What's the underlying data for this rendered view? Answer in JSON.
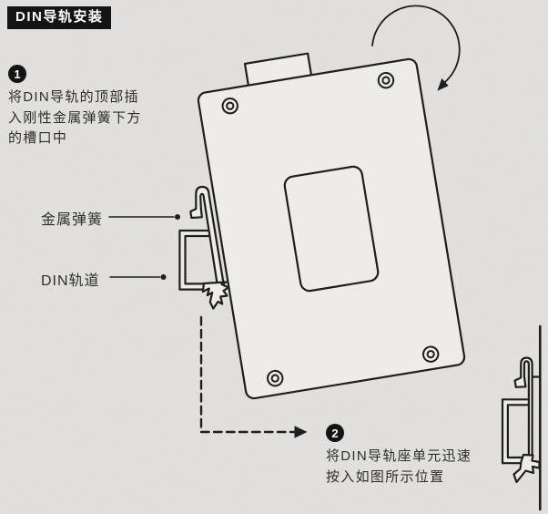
{
  "colors": {
    "background": "#edecea",
    "line": "#1e1e1e",
    "badge_bg": "#141414",
    "badge_text": "#ffffff",
    "body_text": "#2e2e2e"
  },
  "title_badge": {
    "label": "DIN导轨安装"
  },
  "steps": [
    {
      "number": "1",
      "text": "将DIN导轨的顶部插\n入刚性金属弹簧下方\n的槽口中"
    },
    {
      "number": "2",
      "text": "将DIN导轨座单元迅速\n按入如图所示位置"
    }
  ],
  "callouts": [
    {
      "label": "金属弹簧"
    },
    {
      "label": "DIN轨道"
    }
  ],
  "icons": {
    "rotation_arrow": "curved-arrow-clockwise",
    "step_path_arrow": "dashed-elbow-arrow-right",
    "leader_dot": "filled-circle"
  }
}
